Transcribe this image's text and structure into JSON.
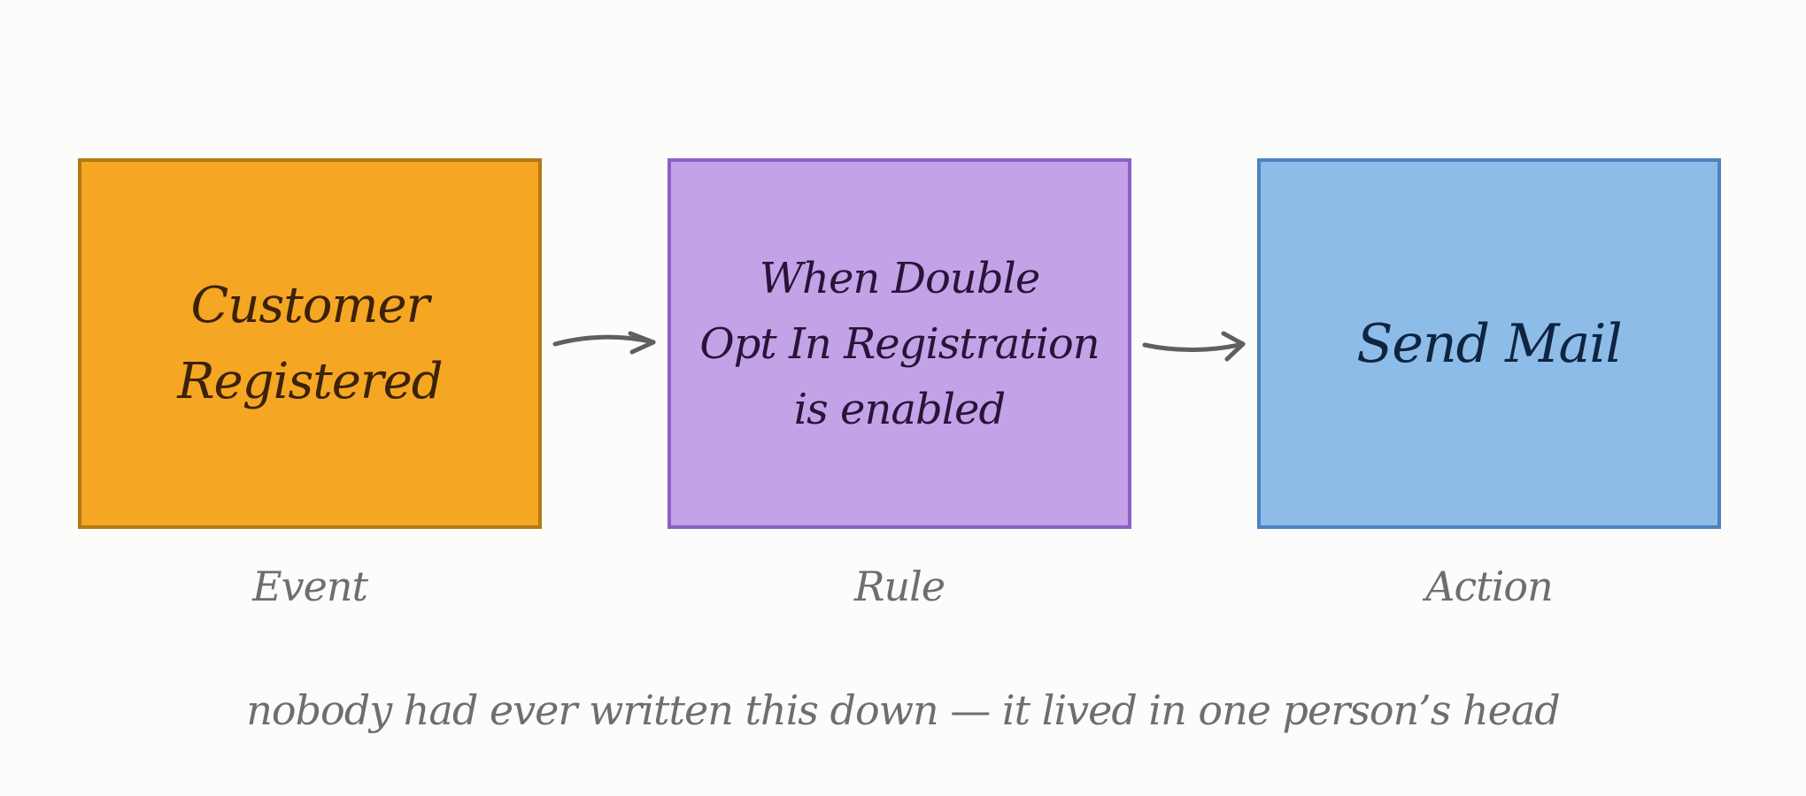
{
  "diagram": {
    "nodes": [
      {
        "id": "event",
        "text": "Customer\nRegistered",
        "label": "Event",
        "fill": "#f5a623",
        "stroke": "#b47a12"
      },
      {
        "id": "rule",
        "text": "When Double\nOpt In Registration\nis enabled",
        "label": "Rule",
        "fill": "#c4a2e8",
        "stroke": "#8a60c6"
      },
      {
        "id": "action",
        "text": "Send Mail",
        "label": "Action",
        "fill": "#8dbce8",
        "stroke": "#4b82bf"
      }
    ],
    "edges": [
      {
        "from": "event",
        "to": "rule"
      },
      {
        "from": "rule",
        "to": "action"
      }
    ],
    "footnote": "nobody had ever written this down — it lived in one person’s head",
    "arrow_color": "#5f5f5f"
  }
}
